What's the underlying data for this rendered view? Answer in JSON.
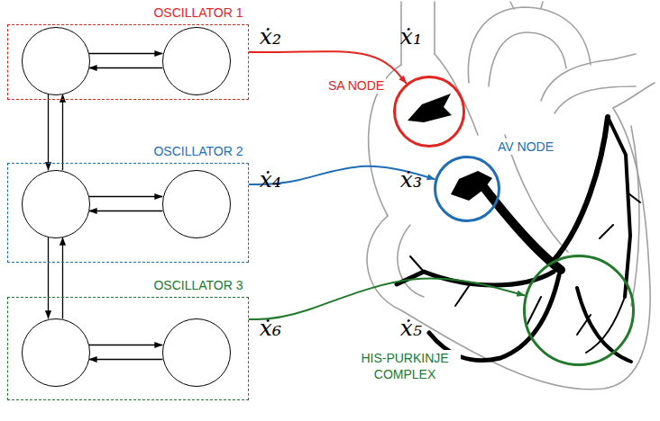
{
  "diagram": {
    "nodes": [
      {
        "text": [
          "OSCILLATOR 1"
        ]
      },
      {
        "text": [
          "ẋ₂"
        ],
        "in": 0
      },
      {
        "text": [
          "ẋ₁"
        ],
        "in": 0
      },
      {
        "text": [
          "OSCILLATOR 2"
        ]
      },
      {
        "text": [
          "ẋ₄"
        ],
        "in": 3
      },
      {
        "text": [
          "ẋ₃"
        ],
        "in": 3
      },
      {
        "text": [
          "OSCILLATOR 3"
        ]
      },
      {
        "text": [
          "ẋ₆"
        ],
        "in": 6
      },
      {
        "text": [
          "ẋ₅"
        ],
        "in": 6
      },
      {
        "text": [
          "SA NODE"
        ]
      },
      {
        "text": [
          "AV NODE"
        ]
      },
      {
        "text": [
          "HIS-PURKINJE COMPLEX"
        ]
      }
    ],
    "edges": [
      {
        "from": 1,
        "to": 2,
        "arrow": "to"
      },
      {
        "from": 2,
        "to": 1,
        "arrow": "to"
      },
      {
        "from": 1,
        "to": 4,
        "arrow": "to"
      },
      {
        "from": 4,
        "to": 1,
        "arrow": "to"
      },
      {
        "from": 4,
        "to": 5,
        "arrow": "to"
      },
      {
        "from": 5,
        "to": 4,
        "arrow": "to"
      },
      {
        "from": 4,
        "to": 7,
        "arrow": "to"
      },
      {
        "from": 7,
        "to": 4,
        "arrow": "to"
      },
      {
        "from": 7,
        "to": 8,
        "arrow": "to"
      },
      {
        "from": 8,
        "to": 7,
        "arrow": "to"
      },
      {
        "from": 0,
        "to": 9,
        "arrow": "to"
      },
      {
        "from": 3,
        "to": 10,
        "arrow": "to"
      },
      {
        "from": 6,
        "to": 11,
        "arrow": "to"
      }
    ]
  }
}
